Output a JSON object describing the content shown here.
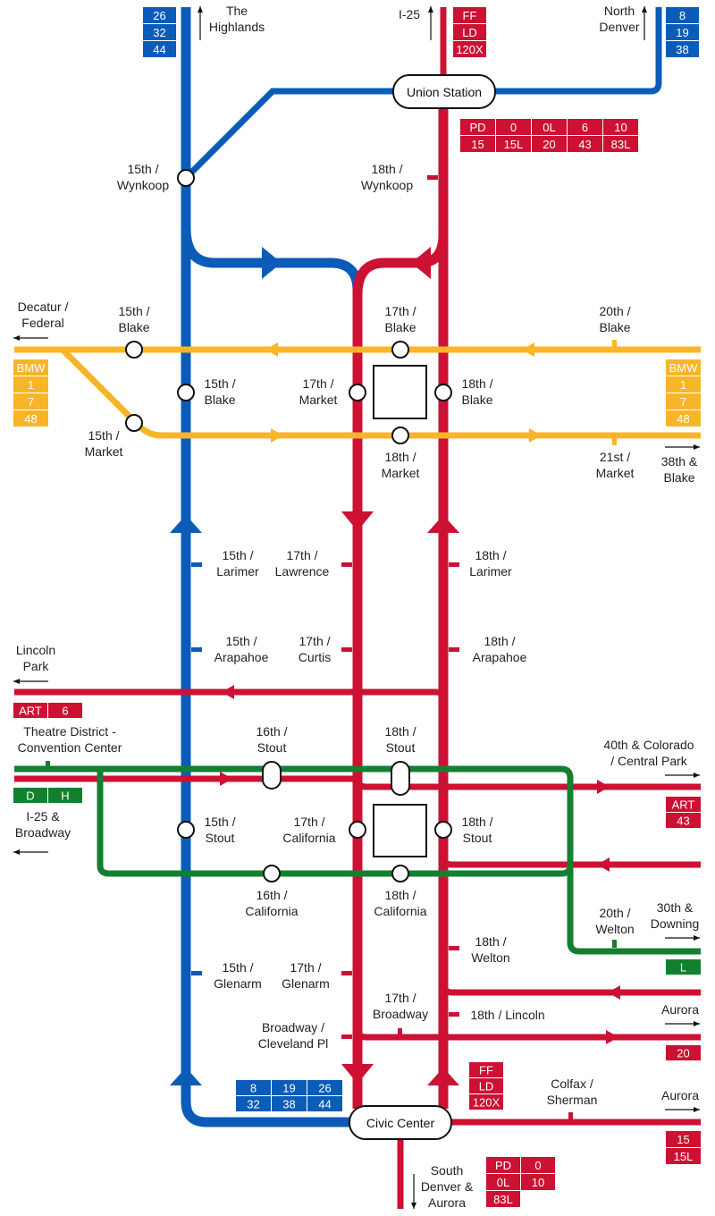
{
  "colors": {
    "blue": "#0b5cb8",
    "red": "#cc1133",
    "yellow": "#f9b52a",
    "green": "#138030",
    "badge_text": "#ffffff"
  },
  "hubs": {
    "union_station": "Union Station",
    "civic_center": "Civic Center"
  },
  "stations": {
    "wynkoop15": [
      "15th /",
      "Wynkoop"
    ],
    "wynkoop18": [
      "18th /",
      "Wynkoop"
    ],
    "blake15_yellow": [
      "15th /",
      "Blake"
    ],
    "blake17_yellow": [
      "17th /",
      "Blake"
    ],
    "blake20": [
      "20th /",
      "Blake"
    ],
    "blake15_blue": [
      "15th /",
      "Blake"
    ],
    "market17": [
      "17th /",
      "Market"
    ],
    "blake18": [
      "18th /",
      "Blake"
    ],
    "market15": [
      "15th /",
      "Market"
    ],
    "market18": [
      "18th /",
      "Market"
    ],
    "market21": [
      "21st /",
      "Market"
    ],
    "larimer15": [
      "15th /",
      "Larimer"
    ],
    "lawrence17": [
      "17th /",
      "Lawrence"
    ],
    "larimer18": [
      "18th /",
      "Larimer"
    ],
    "arapahoe15": [
      "15th /",
      "Arapahoe"
    ],
    "curtis17": [
      "17th /",
      "Curtis"
    ],
    "arapahoe18": [
      "18th /",
      "Arapahoe"
    ],
    "stout16": [
      "16th /",
      "Stout"
    ],
    "stout18": [
      "18th /",
      "Stout"
    ],
    "stout15": [
      "15th /",
      "Stout"
    ],
    "california17": [
      "17th /",
      "California"
    ],
    "stout18b": [
      "18th /",
      "Stout"
    ],
    "california16": [
      "16th /",
      "California"
    ],
    "california18": [
      "18th /",
      "California"
    ],
    "welton20": [
      "20th /",
      "Welton"
    ],
    "welton18": [
      "18th /",
      "Welton"
    ],
    "glenarm15": [
      "15th /",
      "Glenarm"
    ],
    "glenarm17": [
      "17th /",
      "Glenarm"
    ],
    "broadway17": [
      "17th /",
      "Broadway"
    ],
    "lincoln18": [
      "18th / Lincoln"
    ],
    "broadway_cleveland": [
      "Broadway /",
      "Cleveland Pl"
    ],
    "colfax_sherman": [
      "Colfax /",
      "Sherman"
    ]
  },
  "destinations": {
    "highlands": [
      "The",
      "Highlands"
    ],
    "i25": [
      "I-25"
    ],
    "north_denver": [
      "North",
      "Denver"
    ],
    "decatur": [
      "Decatur /",
      "Federal"
    ],
    "blake38": [
      "38th &",
      "Blake"
    ],
    "lincoln_park": [
      "Lincoln",
      "Park"
    ],
    "theatre": [
      "Theatre District -",
      "Convention Center"
    ],
    "colorado40": [
      "40th & Colorado",
      "/ Central Park"
    ],
    "i25_broadway": [
      "I-25 &",
      "Broadway"
    ],
    "downing30": [
      "30th &",
      "Downing"
    ],
    "aurora1": [
      "Aurora"
    ],
    "aurora2": [
      "Aurora"
    ],
    "south_denver": [
      "South",
      "Denver &",
      "Aurora"
    ]
  },
  "badges": {
    "highlands_routes": [
      "26",
      "32",
      "44"
    ],
    "i25_routes": [
      "FF",
      "LD",
      "120X"
    ],
    "north_denver_routes": [
      "8",
      "19",
      "38"
    ],
    "union_routes_top": [
      "PD",
      "0",
      "0L",
      "6",
      "10"
    ],
    "union_routes_bottom": [
      "15",
      "15L",
      "20",
      "43",
      "83L"
    ],
    "bmw_left": [
      "BMW",
      "1",
      "7",
      "48"
    ],
    "bmw_right": [
      "BMW",
      "1",
      "7",
      "48"
    ],
    "lincoln_park_routes": [
      "ART",
      "6"
    ],
    "theatre_routes": [
      "D",
      "H"
    ],
    "colorado_routes": [
      "ART",
      "43"
    ],
    "downing_routes": [
      "L"
    ],
    "aurora1_routes": [
      "20"
    ],
    "civic_blue_top": [
      "8",
      "19",
      "26"
    ],
    "civic_blue_bottom": [
      "32",
      "38",
      "44"
    ],
    "civic_red_express": [
      "FF",
      "LD",
      "120X"
    ],
    "aurora2_routes": [
      "15",
      "15L"
    ],
    "south_routes_top": [
      "PD",
      "0"
    ],
    "south_routes_mid": [
      "0L",
      "10"
    ],
    "south_routes_bottom": [
      "83L"
    ]
  }
}
